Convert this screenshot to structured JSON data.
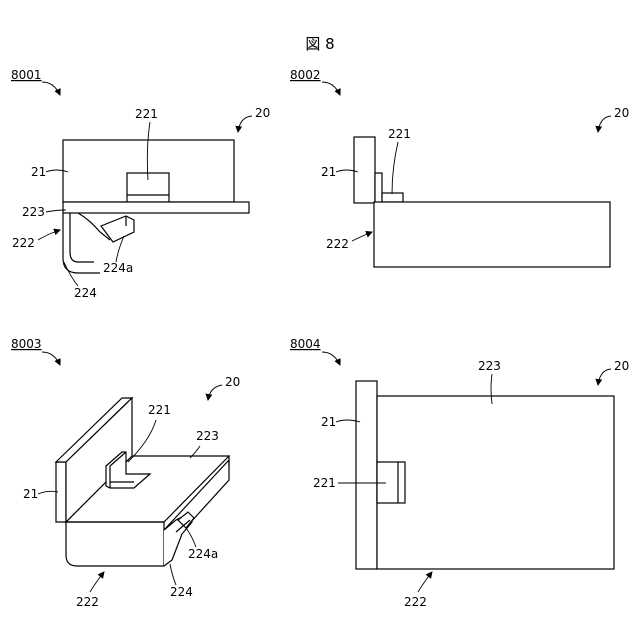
{
  "figure_title": "図 8",
  "views": [
    {
      "id": "8001",
      "refs": {
        "r20": "20",
        "r21": "21",
        "r221": "221",
        "r222": "222",
        "r223": "223",
        "r224": "224",
        "r224a": "224a"
      }
    },
    {
      "id": "8002",
      "refs": {
        "r20": "20",
        "r21": "21",
        "r221": "221",
        "r222": "222"
      }
    },
    {
      "id": "8003",
      "refs": {
        "r20": "20",
        "r21": "21",
        "r221": "221",
        "r222": "222",
        "r223": "223",
        "r224": "224",
        "r224a": "224a"
      }
    },
    {
      "id": "8004",
      "refs": {
        "r20": "20",
        "r21": "21",
        "r221": "221",
        "r222": "222",
        "r223": "223"
      }
    }
  ]
}
